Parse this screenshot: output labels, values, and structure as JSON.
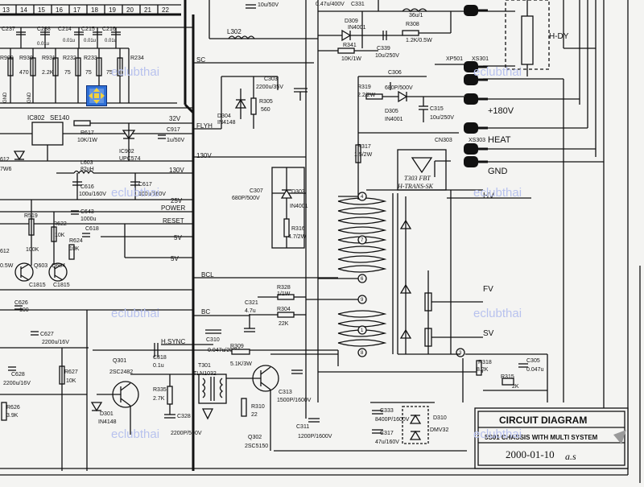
{
  "title_block": {
    "heading": "CIRCUIT DIAGRAM",
    "chassis": "5S01 CHASSIS WITH MULTI SYSTEM",
    "date": "2000-01-10",
    "signature": "a.s"
  },
  "watermark": "eclubthai",
  "connectors": {
    "hdy": "H-DY",
    "xp501": "XP501",
    "xs301": "XS301",
    "plus180": "+180V",
    "heat": "HEAT",
    "gnd": "GND",
    "cn303": "CN303",
    "xs303": "XS303"
  },
  "transformer": {
    "ref": "T303 FBT",
    "name": "H-TRANS-SK",
    "pins": [
      "4",
      "7",
      "6",
      "9",
      "1",
      "8",
      "3"
    ],
    "hv": "HV",
    "fv": "FV",
    "sv": "SV"
  },
  "top_labels": {
    "pins": [
      "13",
      "14",
      "15",
      "16",
      "17",
      "18",
      "19",
      "20",
      "21",
      "22"
    ],
    "c_top1": "10u/50V",
    "c331": "C331",
    "c_top2": "0.47u/400V",
    "r_top": "36u/1",
    "l302": "L302"
  },
  "left_parts": {
    "c237": "C237",
    "c238": "C238",
    "c214": "C214",
    "c215": "C215",
    "c216": "C216",
    "v001a": "0.01u",
    "v001b": "0.01u",
    "v001c": "0.01u",
    "v001d": "0.01u",
    "r909": "R909",
    "r930": "R930",
    "r931": "R931",
    "r232": "R232",
    "r233": "R233",
    "r234": "R234",
    "v470": "470",
    "v22k": "2.2K",
    "v75a": "75",
    "v75b": "75",
    "v75c": "75",
    "vgnd1": "GND",
    "vgnd2": "GND",
    "ic802": "IC802",
    "se140": "SE140",
    "r617": "R617",
    "r617v": "10K/1W",
    "ic902": "IC902",
    "upc574": "UPC574",
    "c917": "C917",
    "c917v": "1u/50V",
    "l603": "L603",
    "l603v": "82uH",
    "c616": "C616",
    "c616v": "100u/160V",
    "c617": "C617",
    "c617v": "100u/160V",
    "c643": "C643",
    "c643v": "1000u",
    "r519": "R519",
    "r622": "R622",
    "v100k": "100K",
    "v10k": "10K",
    "c618": "C618",
    "r624": "R624",
    "v10k2": "10K",
    "q603": "Q603",
    "q604": "Q604",
    "c1815a": "C1815",
    "c1815b": "C1815",
    "v05w": "0.5W",
    "r612": "612",
    "v7w6": "7W6",
    "c626": "C626",
    "v100": "100",
    "c627": "C627",
    "c627v": "2200u/16V",
    "c628": "C628",
    "c628v": "2200u/16V",
    "r627": "R627",
    "r627v": "10K",
    "r626": "R626",
    "r626v": "3.9K"
  },
  "buses": {
    "sc": "SC",
    "v32": "32V",
    "flyh": "FLYH",
    "v130": "130V",
    "v130b": "130V",
    "v25": "25V",
    "power": "POWER",
    "reset": "RESET",
    "v5": "5V",
    "sv5": "5V",
    "bcl": "BCL",
    "bc": "BC",
    "hsync": "H.SYNC"
  },
  "mid_parts": {
    "c303": "C303",
    "c303v": "2200u/35V",
    "r305": "R305",
    "r305v": "560",
    "d304": "D304",
    "d304v": "IN4148",
    "c307": "C307",
    "c307v": "680P/500V",
    "d303": "D303",
    "d303v": "IN4001",
    "r316": "R316",
    "r316v": "4.7/2W",
    "d309": "D309",
    "d309v": "IN4001",
    "r341": "R341",
    "r341v": "10K/1W",
    "c339": "C339",
    "c339v": "10u/250V",
    "r308": "R308",
    "r308v": "1.2K/0.5W",
    "c306": "C306",
    "c306v": "680P/500V",
    "r319": "R319",
    "r319v": "2.2/2W",
    "d305": "D305",
    "d305v": "IN4001",
    "c315": "C315",
    "c315v": "10u/250V",
    "r317": "R317",
    "r317v": "1.5/2W",
    "r328": "R328",
    "r328v": "1/1W",
    "r304": "R304",
    "r304v": "22K",
    "c321": "C321",
    "c321v": "4.7u",
    "c310": "C310",
    "c310v": "0.047u/200V",
    "c318": "C318",
    "c318v": "0.1u",
    "r309": "R309",
    "r309v": "5.1K/3W",
    "q301": "Q301",
    "q301v": "2SC2482",
    "r335": "R335",
    "r335v": "2.7K",
    "c328": "C328",
    "c328v": "2200P/500V",
    "d301": "D301",
    "d301v": "IN4148",
    "t301": "T301",
    "t301v": "TLN1032",
    "q302": "Q302",
    "q302v": "2SC5150",
    "r310": "R310",
    "r310v": "22",
    "c313": "C313",
    "c313v": "1500P/1600V",
    "c311": "C311",
    "c311v": "1200P/1600V",
    "c333": "C333",
    "c333v": "8400P/1600V",
    "c317": "C317",
    "c317v": "47u/160V",
    "d310": "D310",
    "d310v": "DMV32",
    "r318": "R318",
    "r318v": "8.2K",
    "c305": "C305",
    "c305v": "0.047u",
    "r315": "R315",
    "r315v": "2K"
  },
  "toolbar": {
    "move_icon": "move-arrows-icon"
  }
}
